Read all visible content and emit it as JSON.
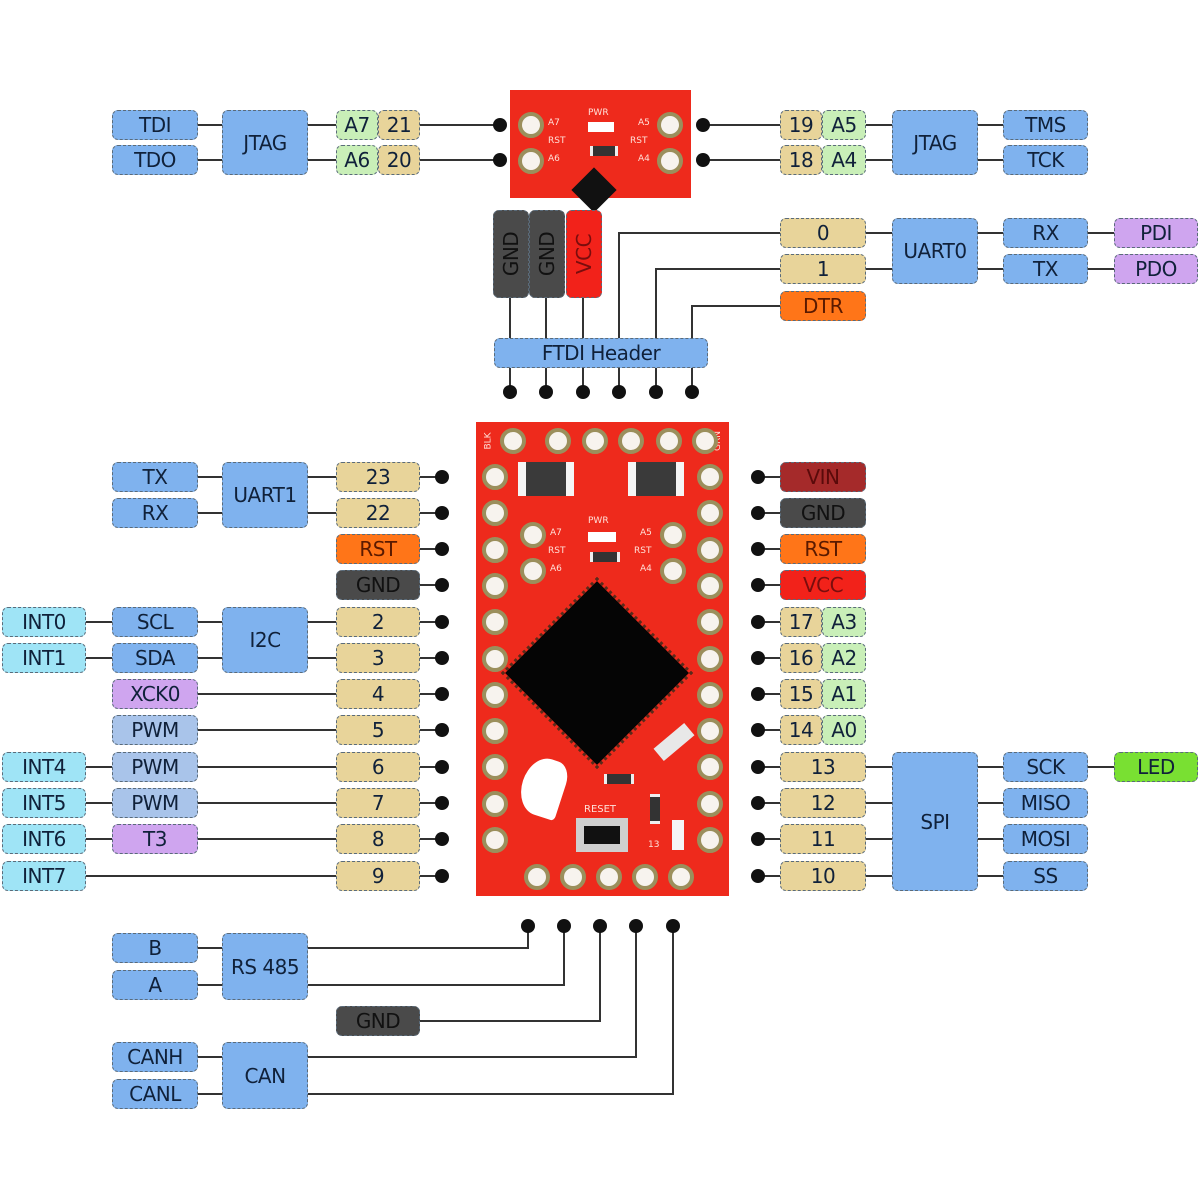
{
  "title": "Pro Micro-style board pinout (FTDI / JTAG / UART / I2C / SPI / RS485 / CAN)",
  "colors": {
    "pin_number": "#e8d49a",
    "analog": "#c9efb8",
    "function_blue": "#7fb2ee",
    "interrupt": "#9fe4f6",
    "pwm": "#a9c4ea",
    "special_purple": "#cfa5ef",
    "rst": "#ff7518",
    "gnd": "#4a4a4a",
    "vcc": "#f2221a",
    "vin": "#a52a2a",
    "led": "#79e032",
    "board_red": "#ee2a1c",
    "wire": "#333333"
  },
  "top_jtag_left": {
    "signals": [
      "TDI",
      "TDO"
    ],
    "group": "JTAG",
    "analog": [
      "A7",
      "A6"
    ],
    "pins": [
      "21",
      "20"
    ]
  },
  "top_jtag_right": {
    "pins": [
      "19",
      "18"
    ],
    "analog": [
      "A5",
      "A4"
    ],
    "group": "JTAG",
    "signals": [
      "TMS",
      "TCK"
    ]
  },
  "mini_board": {
    "labels": [
      "A7",
      "RST",
      "A6",
      "PWR",
      "A5",
      "RST",
      "A4"
    ]
  },
  "ftdi": {
    "header_label": "FTDI Header",
    "vertical_pins": [
      "GND",
      "GND",
      "VCC"
    ],
    "pins": [
      "0",
      "1",
      "DTR"
    ],
    "uart_group": "UART0",
    "uart_signals": [
      "RX",
      "TX"
    ],
    "prog_signals": [
      "PDI",
      "PDO"
    ]
  },
  "left_side": {
    "uart1": {
      "group": "UART1",
      "signals": [
        "TX",
        "RX"
      ],
      "pins": [
        "23",
        "22"
      ]
    },
    "rst": "RST",
    "gnd": "GND",
    "i2c": {
      "group": "I2C",
      "interrupts": [
        "INT0",
        "INT1"
      ],
      "signals": [
        "SCL",
        "SDA"
      ],
      "pins": [
        "2",
        "3"
      ]
    },
    "rows": [
      {
        "pin": "4",
        "func": "XCK0",
        "int": ""
      },
      {
        "pin": "5",
        "func": "PWM",
        "int": ""
      },
      {
        "pin": "6",
        "func": "PWM",
        "int": "INT4"
      },
      {
        "pin": "7",
        "func": "PWM",
        "int": "INT5"
      },
      {
        "pin": "8",
        "func": "T3",
        "int": "INT6"
      },
      {
        "pin": "9",
        "func": "",
        "int": "INT7"
      }
    ]
  },
  "right_side": {
    "power": [
      "VIN",
      "GND",
      "RST",
      "VCC"
    ],
    "analog_rows": [
      {
        "pin": "17",
        "analog": "A3"
      },
      {
        "pin": "16",
        "analog": "A2"
      },
      {
        "pin": "15",
        "analog": "A1"
      },
      {
        "pin": "14",
        "analog": "A0"
      }
    ],
    "spi": {
      "group": "SPI",
      "pins": [
        "13",
        "12",
        "11",
        "10"
      ],
      "signals": [
        "SCK",
        "MISO",
        "MOSI",
        "SS"
      ],
      "led": "LED"
    }
  },
  "bottom": {
    "rs485": {
      "group": "RS 485",
      "signals": [
        "B",
        "A"
      ]
    },
    "gnd": "GND",
    "can": {
      "group": "CAN",
      "signals": [
        "CANH",
        "CANL"
      ]
    }
  },
  "board": {
    "silk": [
      "BLK",
      "GRN",
      "A7",
      "RST",
      "A6",
      "PWR",
      "A5",
      "RST",
      "A4",
      "RESET",
      "13"
    ]
  }
}
